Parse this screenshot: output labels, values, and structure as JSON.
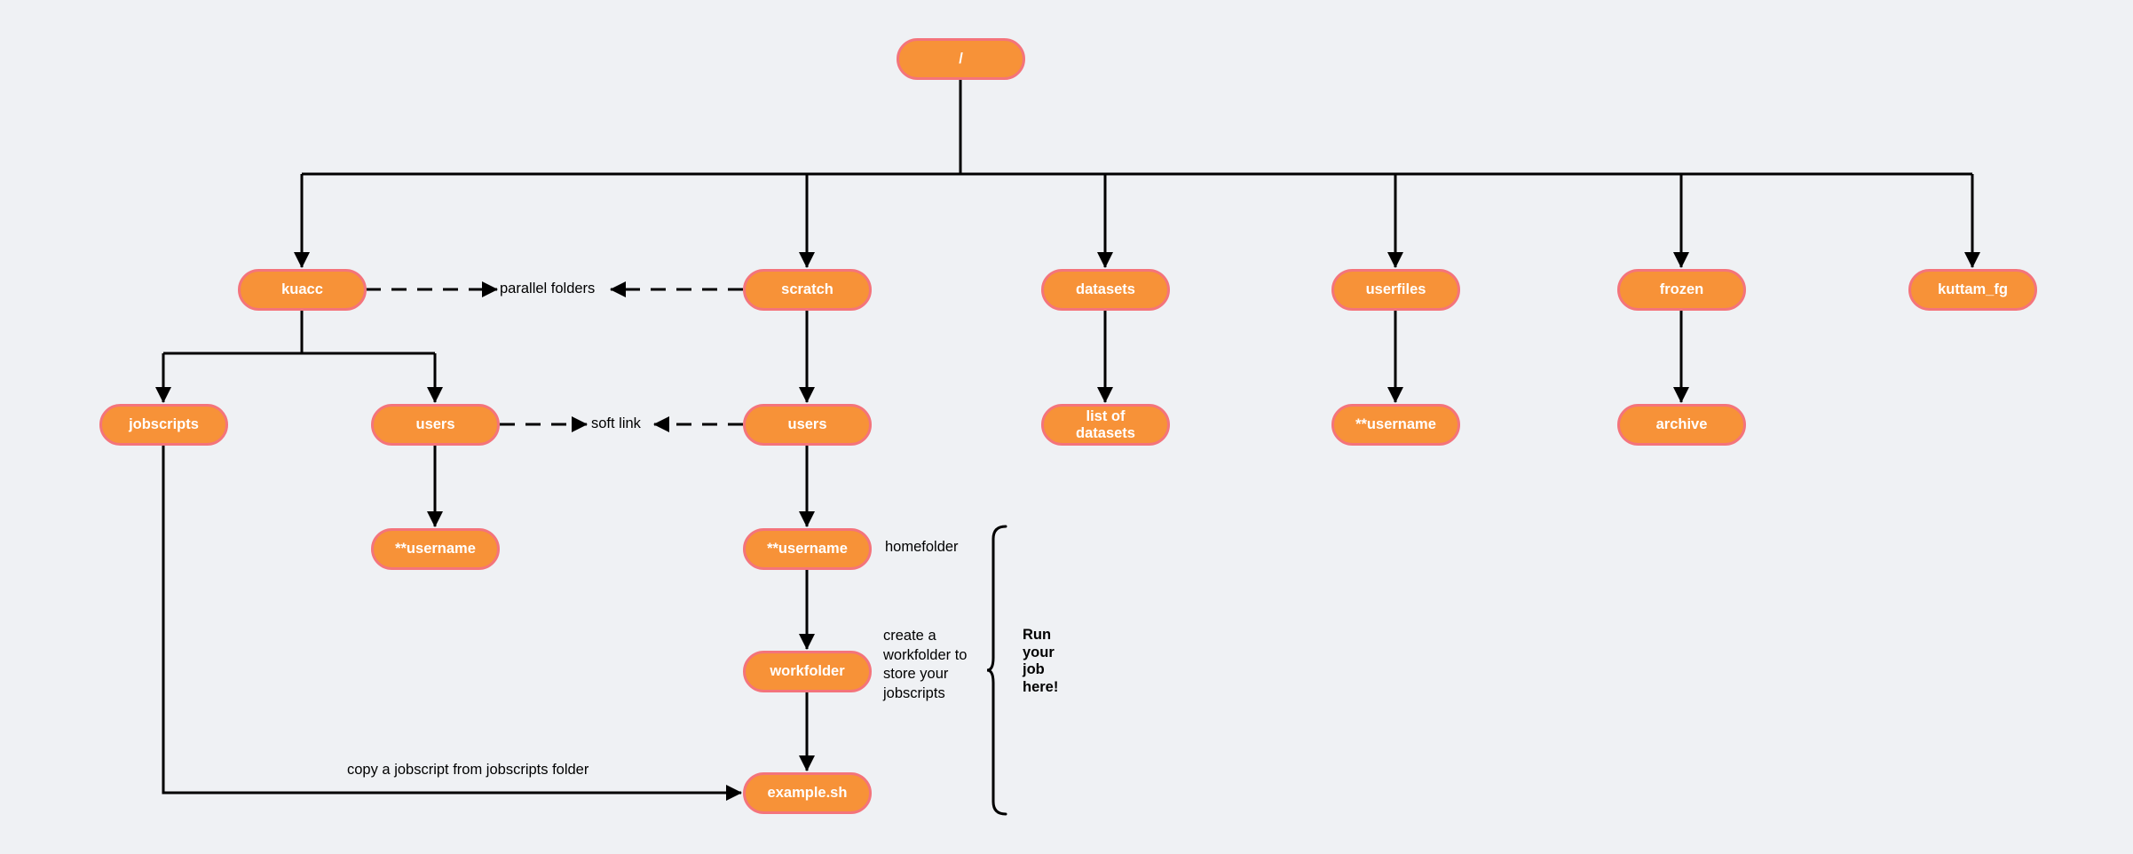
{
  "colors": {
    "background": "#eff1f4",
    "node-fill": "#f79238",
    "node-border": "#f4747b",
    "node-text": "#ffffff",
    "line": "#000000",
    "annotation-text": "#000000"
  },
  "nodes": {
    "root": {
      "label": "/"
    },
    "kuacc": {
      "label": "kuacc"
    },
    "scratch": {
      "label": "scratch"
    },
    "datasets": {
      "label": "datasets"
    },
    "userfiles": {
      "label": "userfiles"
    },
    "frozen": {
      "label": "frozen"
    },
    "kuttam_fg": {
      "label": "kuttam_fg"
    },
    "jobscripts": {
      "label": "jobscripts"
    },
    "users_left": {
      "label": "users"
    },
    "users_right": {
      "label": "users"
    },
    "list_of_datasets": {
      "label": "list of\ndatasets"
    },
    "username_userfiles": {
      "label": "**username"
    },
    "archive": {
      "label": "archive"
    },
    "username_left": {
      "label": "**username"
    },
    "username_home": {
      "label": "**username"
    },
    "workfolder": {
      "label": "workfolder"
    },
    "example_sh": {
      "label": "example.sh"
    }
  },
  "annotations": {
    "parallel_folders": "parallel folders",
    "soft_link": "soft link",
    "homefolder": "homefolder",
    "create_workfolder": "create a\nworkfolder to\nstore your\njobscripts",
    "run_job": "Run\nyour\njob\nhere!",
    "copy_jobscript": "copy a jobscript from jobscripts folder"
  }
}
